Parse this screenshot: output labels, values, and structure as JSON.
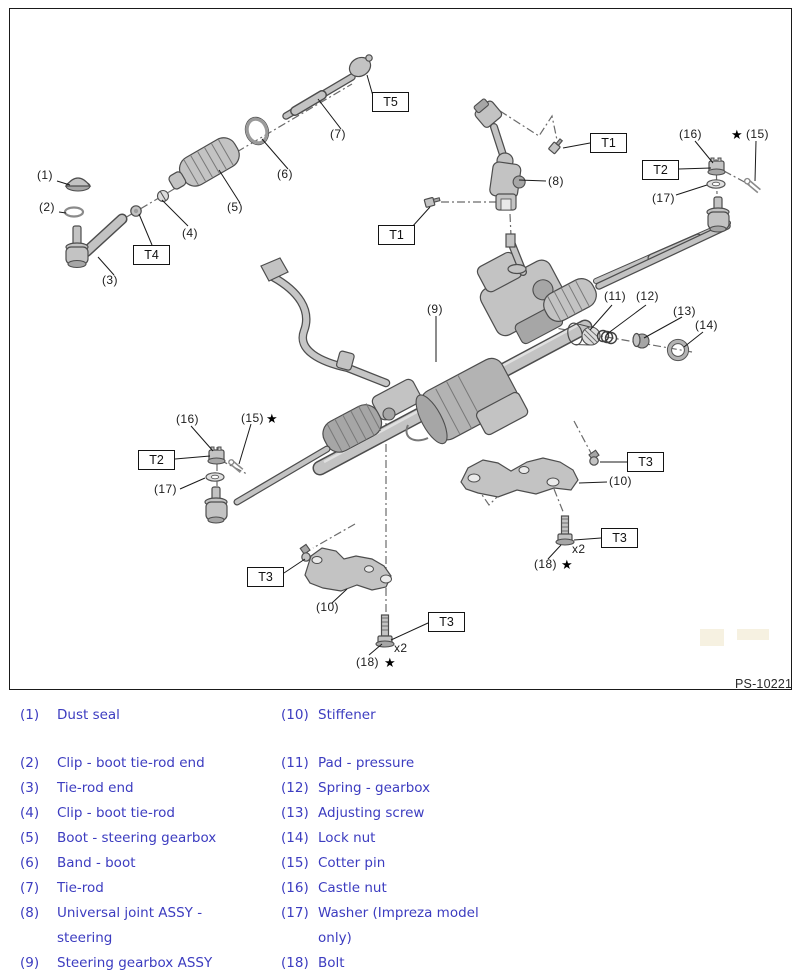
{
  "diagram": {
    "ref_code": "PS-10221",
    "callouts": {
      "n1": "(1)",
      "n2": "(2)",
      "n3": "(3)",
      "n4": "(4)",
      "n5": "(5)",
      "n6": "(6)",
      "n7": "(7)",
      "n8": "(8)",
      "n9": "(9)",
      "n10": "(10)",
      "n11": "(11)",
      "n12": "(12)",
      "n13": "(13)",
      "n14": "(14)",
      "n15": "(15)",
      "n16": "(16)",
      "n17": "(17)",
      "n18": "(18)",
      "x2": "x2",
      "star": "★"
    },
    "torque_labels": {
      "t1": "T1",
      "t2": "T2",
      "t3": "T3",
      "t4": "T4",
      "t5": "T5"
    }
  },
  "legend": {
    "left": [
      {
        "num": "(1)",
        "text": "Dust seal"
      },
      {
        "num": "(2)",
        "text": "Clip - boot tie-rod end"
      },
      {
        "num": "(3)",
        "text": "Tie-rod end"
      },
      {
        "num": "(4)",
        "text": "Clip - boot tie-rod"
      },
      {
        "num": "(5)",
        "text": "Boot - steering gearbox"
      },
      {
        "num": "(6)",
        "text": "Band - boot"
      },
      {
        "num": "(7)",
        "text": "Tie-rod"
      },
      {
        "num": "(8)",
        "text": "Universal joint ASSY -",
        "text2": "steering"
      },
      {
        "num": "(9)",
        "text": "Steering gearbox ASSY"
      }
    ],
    "right": [
      {
        "num": "(10)",
        "text": "Stiffener"
      },
      {
        "num": "(11)",
        "text": "Pad - pressure"
      },
      {
        "num": "(12)",
        "text": "Spring - gearbox"
      },
      {
        "num": "(13)",
        "text": "Adjusting screw"
      },
      {
        "num": "(14)",
        "text": "Lock nut"
      },
      {
        "num": "(15)",
        "text": "Cotter pin"
      },
      {
        "num": "(16)",
        "text": "Castle nut"
      },
      {
        "num": "(17)",
        "text": "Washer (Impreza model",
        "text2": "only)"
      },
      {
        "num": "(18)",
        "text": "Bolt"
      }
    ]
  },
  "colors": {
    "legend_text": "#3c3cc0",
    "line": "#4d4d4d",
    "accent_star": "#000000"
  }
}
